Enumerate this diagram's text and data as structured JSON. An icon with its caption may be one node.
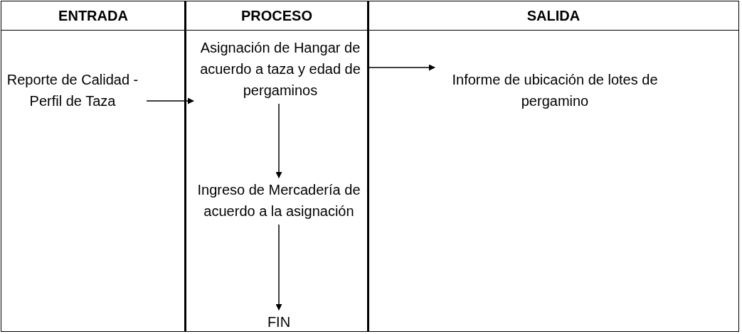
{
  "diagram": {
    "nodes": [
      {
        "text": [
          "ENTRADA"
        ]
      },
      {
        "text": [
          "PROCESO"
        ]
      },
      {
        "text": [
          "SALIDA"
        ]
      },
      {
        "text": [
          "Reporte de Calidad - Perfil de Taza"
        ],
        "in": 0
      },
      {
        "text": [
          "Asignación de Hangar de acuerdo a taza y edad de pergaminos"
        ],
        "in": 1
      },
      {
        "text": [
          "Informe de ubicación de lotes de pergamino"
        ],
        "in": 2
      },
      {
        "text": [
          "Ingreso de Mercadería de acuerdo a la asignación"
        ],
        "in": 1
      },
      {
        "text": [
          "FIN"
        ],
        "in": 1
      }
    ],
    "edges": [
      {
        "from": 3,
        "to": 4,
        "arrow": "to"
      },
      {
        "from": 4,
        "to": 5,
        "arrow": "to"
      },
      {
        "from": 4,
        "to": 6,
        "arrow": "to"
      },
      {
        "from": 6,
        "to": 7,
        "arrow": "to"
      }
    ]
  }
}
